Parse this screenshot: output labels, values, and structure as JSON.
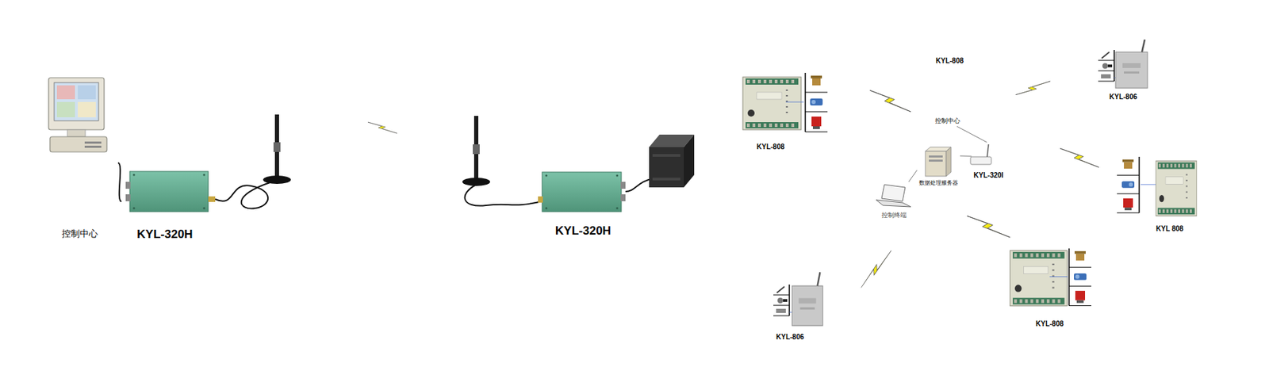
{
  "diagram": {
    "nodes": [
      {
        "text": [
          "控制中心"
        ]
      },
      {
        "text": [
          "KYL-320H"
        ]
      },
      {
        "text": [
          "KYL-320H"
        ]
      },
      {
        "text": [
          "KYL-808"
        ]
      },
      {
        "text": [
          "KYL-806"
        ]
      },
      {
        "text": [
          "KYL 808"
        ]
      },
      {
        "text": [
          "KYL-808"
        ]
      },
      {
        "text": [
          "KYL-806"
        ]
      },
      {
        "text": [
          "数据处理服务器"
        ]
      },
      {
        "text": [
          "KYL-320I"
        ]
      },
      {
        "text": [
          "控制终端"
        ]
      },
      {
        "text": [
          "控制中心"
        ]
      }
    ],
    "edges": [
      {
        "from": 0,
        "to": 1,
        "arrow": "none"
      },
      {
        "from": 8,
        "to": 9,
        "arrow": "none"
      },
      {
        "from": 10,
        "to": 8,
        "arrow": "none"
      },
      {
        "from": 11,
        "to": 9,
        "arrow": "none"
      }
    ],
    "labels": [
      "KYL-808"
    ]
  }
}
